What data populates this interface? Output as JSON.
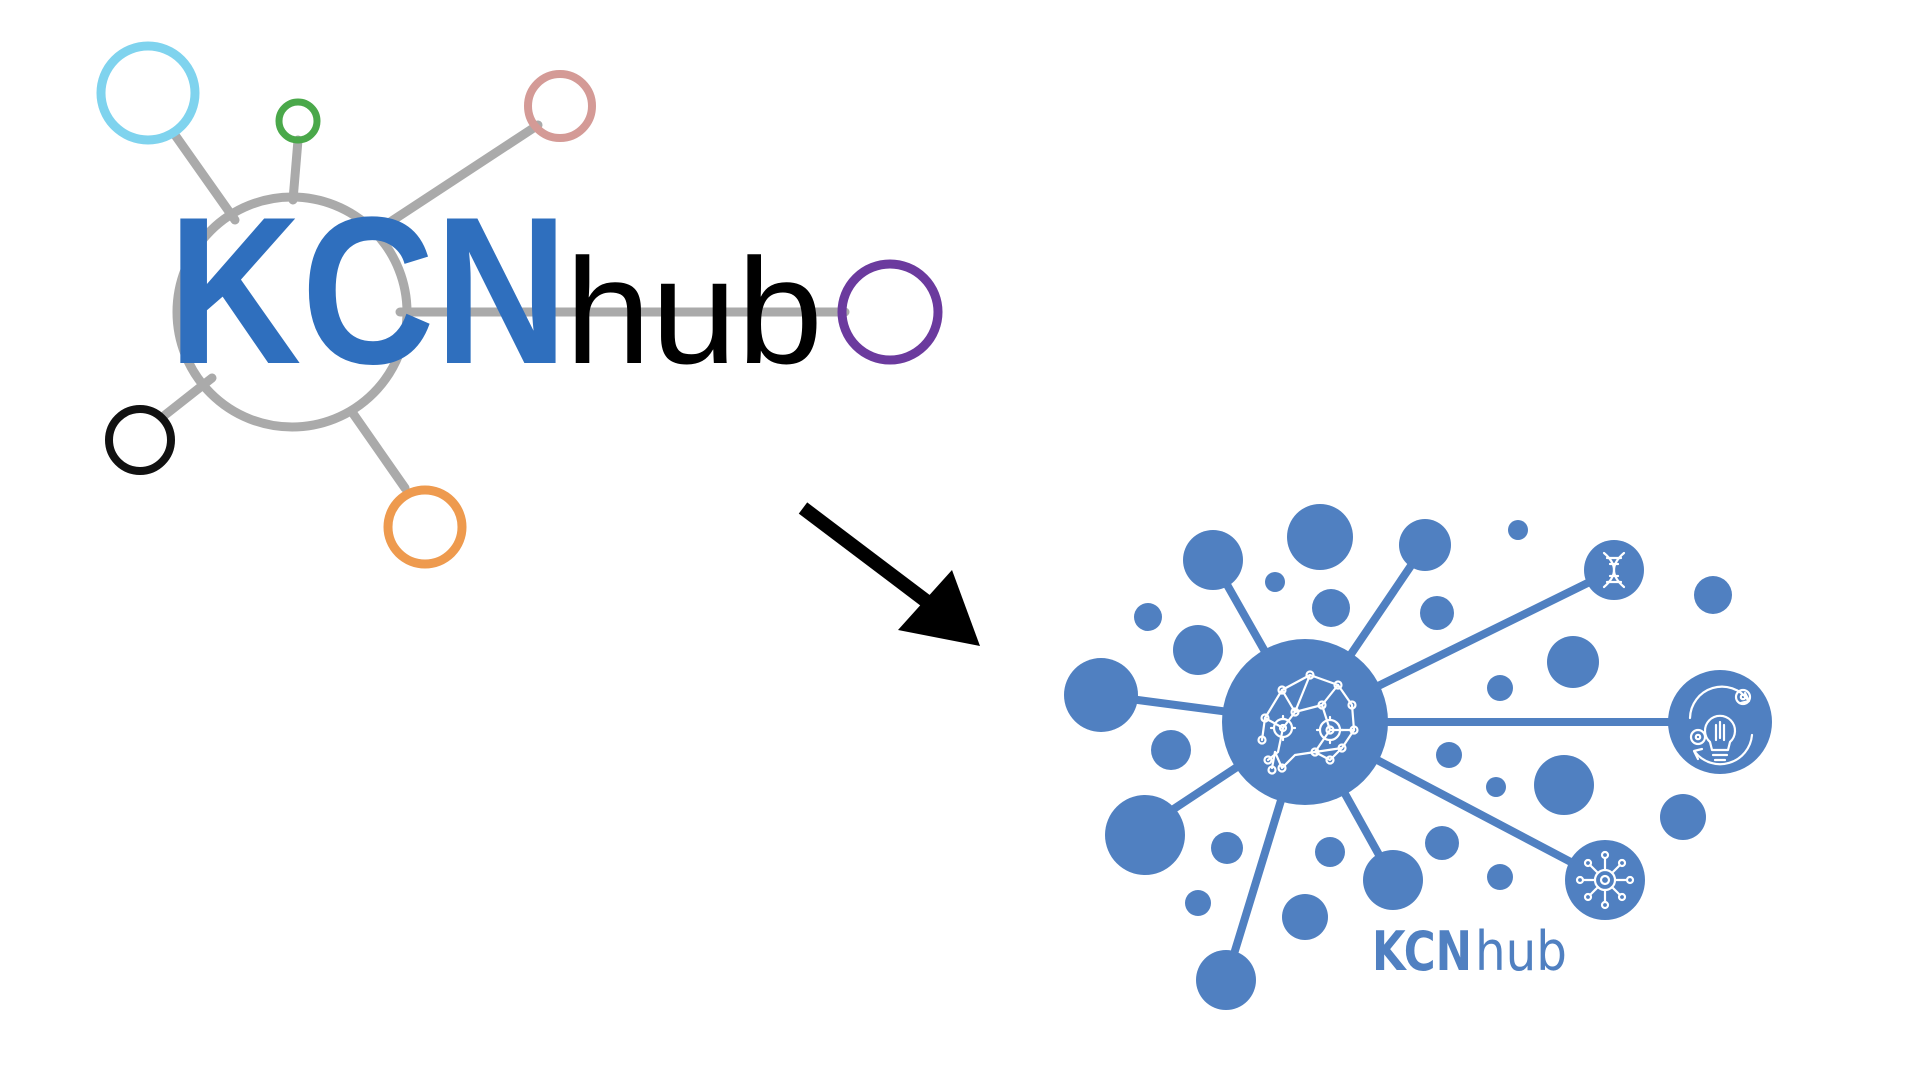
{
  "old_logo": {
    "brand_bold": "KCN",
    "brand_regular": "hub",
    "colors": {
      "kcn_text": "#2f6fbe",
      "hub_text": "#000000",
      "connector": "#aaaaaa",
      "node_cyan": "#7fd3ee",
      "node_green": "#4aa84a",
      "node_pink": "#d49a96",
      "node_purple": "#6b3a9e",
      "node_black": "#111111",
      "node_orange": "#ee9a4e"
    }
  },
  "transition_arrow": {
    "icon": "arrow-down-right-icon",
    "color": "#000000"
  },
  "new_logo": {
    "brand_bold": "KCN",
    "brand_regular": "hub",
    "colors": {
      "primary": "#5080c1",
      "icon_line": "#ffffff"
    },
    "icons": [
      "brain-network-icon",
      "dna-icon",
      "lightbulb-gears-icon",
      "network-gear-icon"
    ]
  }
}
